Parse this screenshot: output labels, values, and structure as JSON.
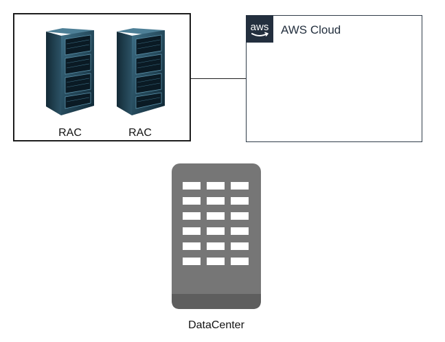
{
  "racks": [
    {
      "label": "RAC"
    },
    {
      "label": "RAC"
    }
  ],
  "aws_cloud": {
    "logo_text": "aws",
    "label": "AWS Cloud",
    "badge_color": "#232f3e"
  },
  "datacenter": {
    "label": "DataCenter",
    "color": "#767676"
  },
  "icons": {
    "rack": "server-rack-icon",
    "aws": "aws-logo-icon",
    "datacenter": "office-building-icon"
  }
}
